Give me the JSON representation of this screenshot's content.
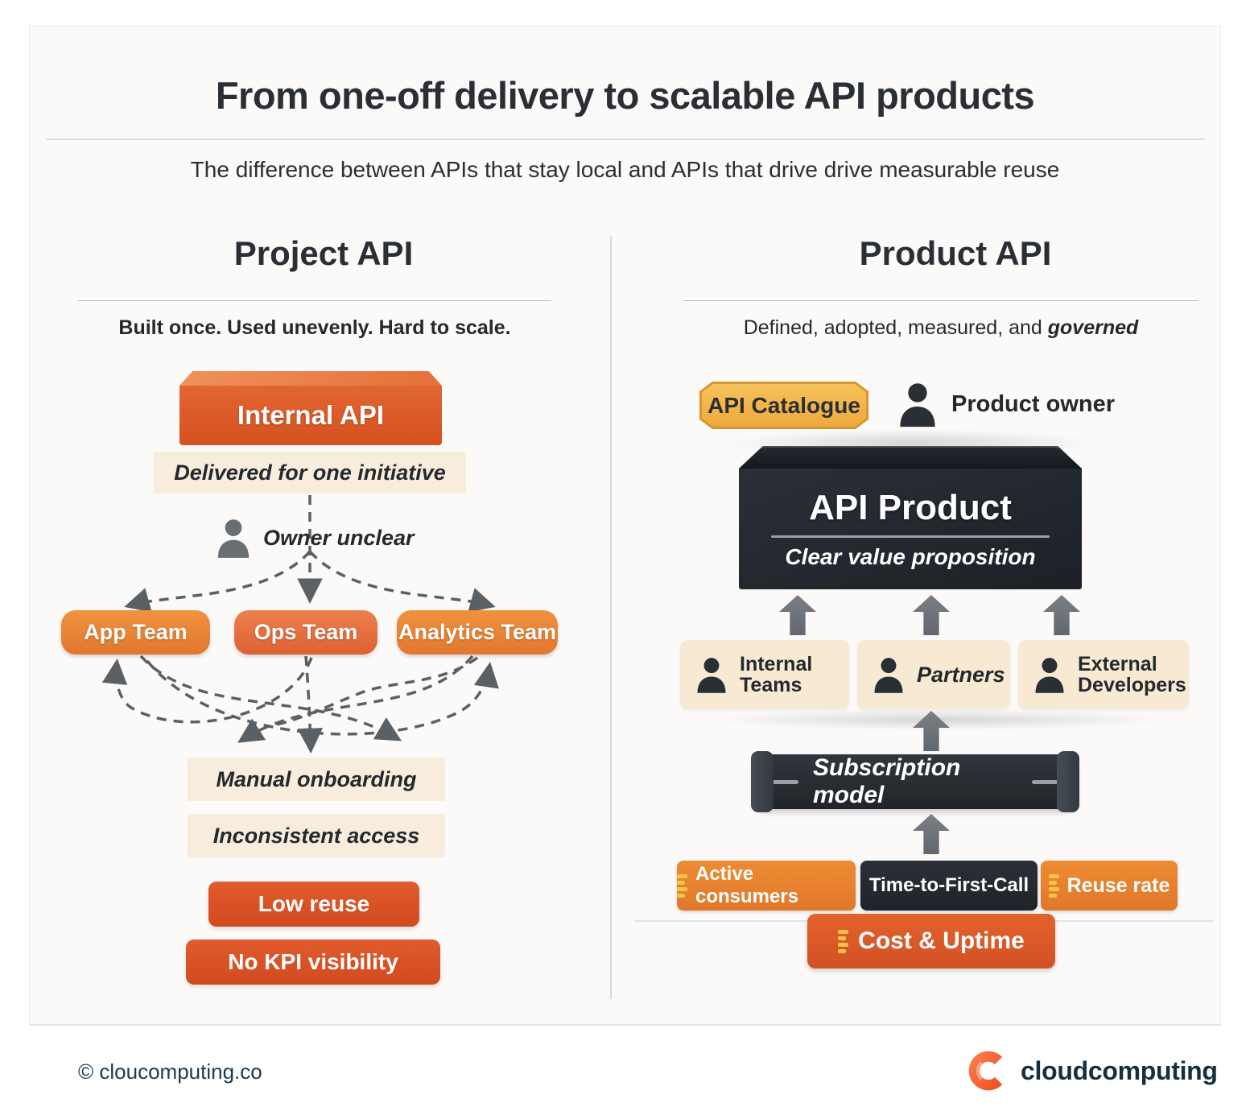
{
  "header": {
    "title": "From one-off delivery to scalable API products",
    "subtitle": "The difference between APIs that stay local and APIs that drive drive measurable reuse"
  },
  "left": {
    "title": "Project API",
    "tagline": "Built once. Used unevenly. Hard to scale.",
    "source_box": "Internal API",
    "delivery_note": "Delivered for one initiative",
    "owner_note": "Owner unclear",
    "teams": [
      "App Team",
      "Ops Team",
      "Analytics Team"
    ],
    "issues": [
      "Manual onboarding",
      "Inconsistent access"
    ],
    "outcomes": [
      "Low reuse",
      "No KPI visibility"
    ]
  },
  "right": {
    "title": "Product API",
    "tagline_prefix": "Defined, adopted, measured, and ",
    "tagline_emphasis": "governed",
    "catalogue_badge": "API Catalogue",
    "owner_label": "Product owner",
    "product_title": "API Product",
    "product_subtitle": "Clear value proposition",
    "consumers": [
      "Internal Teams",
      "Partners",
      "External Developers"
    ],
    "subscription_label": "Subscription model",
    "metrics": [
      "Active consumers",
      "Time-to-First-Call",
      "Reuse rate"
    ],
    "metric_wide": "Cost & Uptime"
  },
  "footer": {
    "copyright": "© cloucomputing.co",
    "brand": "cloudcomputing"
  },
  "colors": {
    "deep_orange": "#d8532a",
    "orange": "#e8832f",
    "salmon_orange": "#dd6133",
    "gold": "#f3ba50",
    "cream": "#f8eddc",
    "dark": "#262b32",
    "arrow_gray": "#71767c",
    "dash_yellow": "#f7c447",
    "footer_navy": "#14303e"
  }
}
